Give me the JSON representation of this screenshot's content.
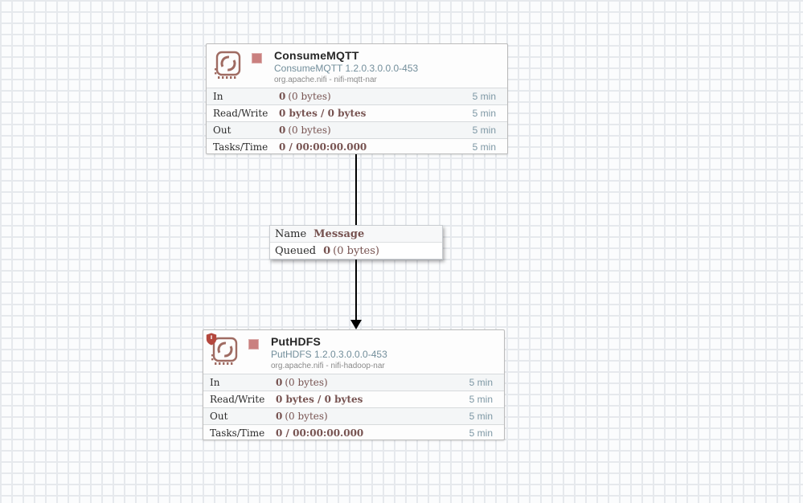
{
  "colors": {
    "canvas_bg": "#fbfcfd",
    "grid_line": "#e6e9ed",
    "stopped_state": "#ca807f",
    "icon_stroke": "#9f6b62",
    "restricted_shield": "#b4473d",
    "stat_value": "#775351",
    "type_text": "#728e9b",
    "window_text": "#7d97a4",
    "connector": "#000000"
  },
  "processors": [
    {
      "name": "ConsumeMQTT",
      "type_version": "ConsumeMQTT 1.2.0.3.0.0.0-453",
      "bundle": "org.apache.nifi - nifi-mqtt-nar",
      "state": "stopped",
      "restricted": false,
      "stats": [
        {
          "label": "In",
          "value": "0",
          "value_detail": "(0 bytes)",
          "window": "5 min"
        },
        {
          "label": "Read/Write",
          "value": "0 bytes / 0 bytes",
          "value_detail": "",
          "window": "5 min"
        },
        {
          "label": "Out",
          "value": "0",
          "value_detail": "(0 bytes)",
          "window": "5 min"
        },
        {
          "label": "Tasks/Time",
          "value": "0 / 00:00:00.000",
          "value_detail": "",
          "window": "5 min"
        }
      ]
    },
    {
      "name": "PutHDFS",
      "type_version": "PutHDFS 1.2.0.3.0.0.0-453",
      "bundle": "org.apache.nifi - nifi-hadoop-nar",
      "state": "stopped",
      "restricted": true,
      "stats": [
        {
          "label": "In",
          "value": "0",
          "value_detail": "(0 bytes)",
          "window": "5 min"
        },
        {
          "label": "Read/Write",
          "value": "0 bytes / 0 bytes",
          "value_detail": "",
          "window": "5 min"
        },
        {
          "label": "Out",
          "value": "0",
          "value_detail": "(0 bytes)",
          "window": "5 min"
        },
        {
          "label": "Tasks/Time",
          "value": "0 / 00:00:00.000",
          "value_detail": "",
          "window": "5 min"
        }
      ]
    }
  ],
  "connection": {
    "name_label": "Name",
    "name_value": "Message",
    "queued_label": "Queued",
    "queued_value": "0",
    "queued_detail": "(0 bytes)"
  }
}
